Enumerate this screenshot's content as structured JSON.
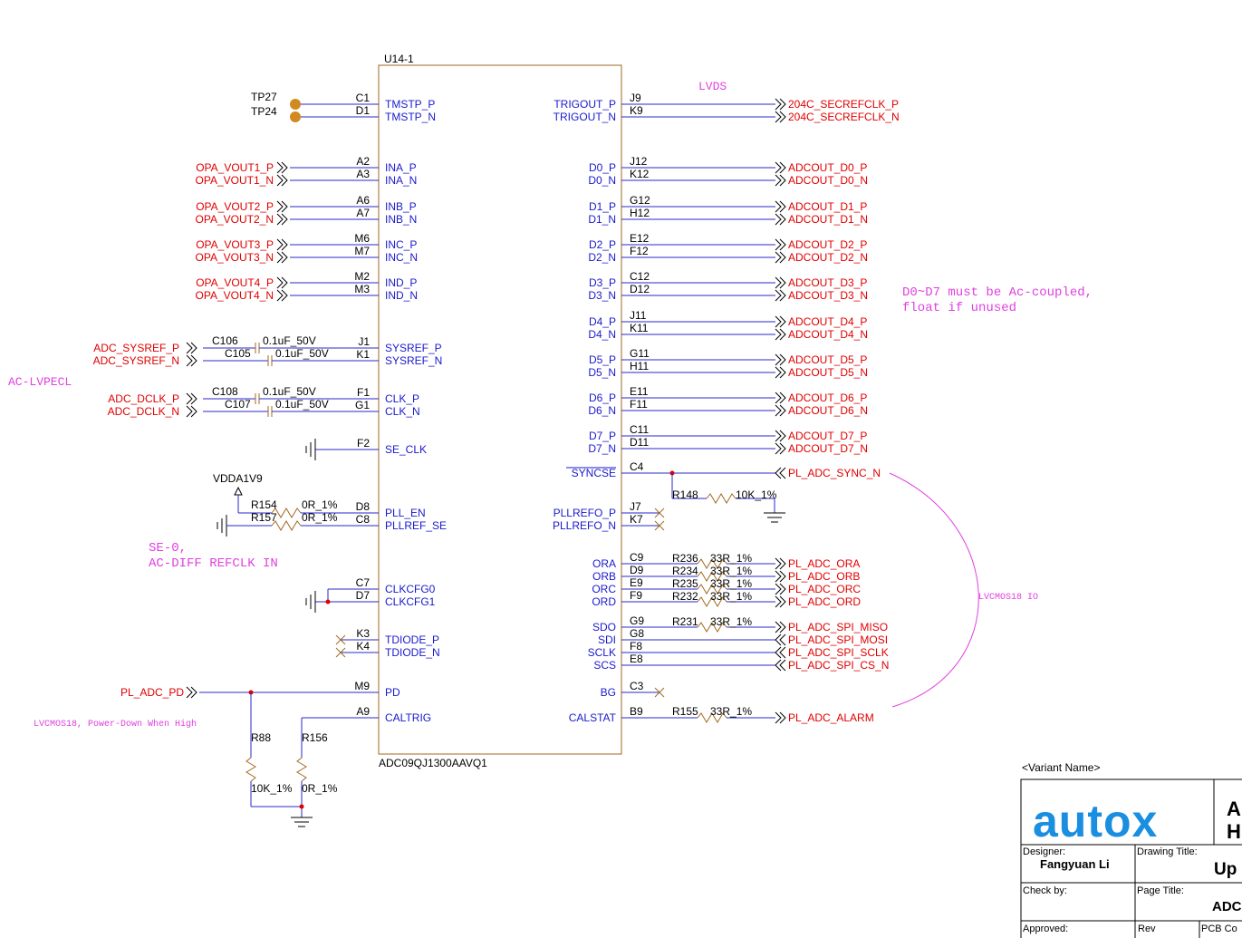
{
  "chip": {
    "refdes": "U14-1",
    "part": "ADC09QJ1300AAVQ1"
  },
  "left_pins": [
    {
      "pin": "C1",
      "name": "TMSTP_P",
      "net": ""
    },
    {
      "pin": "D1",
      "name": "TMSTP_N",
      "net": ""
    },
    {
      "pin": "A2",
      "name": "INA_P",
      "net": "OPA_VOUT1_P"
    },
    {
      "pin": "A3",
      "name": "INA_N",
      "net": "OPA_VOUT1_N"
    },
    {
      "pin": "A6",
      "name": "INB_P",
      "net": "OPA_VOUT2_P"
    },
    {
      "pin": "A7",
      "name": "INB_N",
      "net": "OPA_VOUT2_N"
    },
    {
      "pin": "M6",
      "name": "INC_P",
      "net": "OPA_VOUT3_P"
    },
    {
      "pin": "M7",
      "name": "INC_N",
      "net": "OPA_VOUT3_N"
    },
    {
      "pin": "M2",
      "name": "IND_P",
      "net": "OPA_VOUT4_P"
    },
    {
      "pin": "M3",
      "name": "IND_N",
      "net": "OPA_VOUT4_N"
    },
    {
      "pin": "J1",
      "name": "SYSREF_P",
      "net": "ADC_SYSREF_P"
    },
    {
      "pin": "K1",
      "name": "SYSREF_N",
      "net": "ADC_SYSREF_N"
    },
    {
      "pin": "F1",
      "name": "CLK_P",
      "net": "ADC_DCLK_P"
    },
    {
      "pin": "G1",
      "name": "CLK_N",
      "net": "ADC_DCLK_N"
    },
    {
      "pin": "F2",
      "name": "SE_CLK",
      "net": ""
    },
    {
      "pin": "D8",
      "name": "PLL_EN",
      "net": ""
    },
    {
      "pin": "C8",
      "name": "PLLREF_SE",
      "net": ""
    },
    {
      "pin": "C7",
      "name": "CLKCFG0",
      "net": ""
    },
    {
      "pin": "D7",
      "name": "CLKCFG1",
      "net": ""
    },
    {
      "pin": "K3",
      "name": "TDIODE_P",
      "net": ""
    },
    {
      "pin": "K4",
      "name": "TDIODE_N",
      "net": ""
    },
    {
      "pin": "M9",
      "name": "PD",
      "net": "PL_ADC_PD"
    },
    {
      "pin": "A9",
      "name": "CALTRIG",
      "net": ""
    }
  ],
  "right_pins": [
    {
      "pin": "J9",
      "name": "TRIGOUT_P",
      "net": "204C_SECREFCLK_P"
    },
    {
      "pin": "K9",
      "name": "TRIGOUT_N",
      "net": "204C_SECREFCLK_N"
    },
    {
      "pin": "J12",
      "name": "D0_P",
      "net": "ADCOUT_D0_P"
    },
    {
      "pin": "K12",
      "name": "D0_N",
      "net": "ADCOUT_D0_N"
    },
    {
      "pin": "G12",
      "name": "D1_P",
      "net": "ADCOUT_D1_P"
    },
    {
      "pin": "H12",
      "name": "D1_N",
      "net": "ADCOUT_D1_N"
    },
    {
      "pin": "E12",
      "name": "D2_P",
      "net": "ADCOUT_D2_P"
    },
    {
      "pin": "F12",
      "name": "D2_N",
      "net": "ADCOUT_D2_N"
    },
    {
      "pin": "C12",
      "name": "D3_P",
      "net": "ADCOUT_D3_P"
    },
    {
      "pin": "D12",
      "name": "D3_N",
      "net": "ADCOUT_D3_N"
    },
    {
      "pin": "J11",
      "name": "D4_P",
      "net": "ADCOUT_D4_P"
    },
    {
      "pin": "K11",
      "name": "D4_N",
      "net": "ADCOUT_D4_N"
    },
    {
      "pin": "G11",
      "name": "D5_P",
      "net": "ADCOUT_D5_P"
    },
    {
      "pin": "H11",
      "name": "D5_N",
      "net": "ADCOUT_D5_N"
    },
    {
      "pin": "E11",
      "name": "D6_P",
      "net": "ADCOUT_D6_P"
    },
    {
      "pin": "F11",
      "name": "D6_N",
      "net": "ADCOUT_D6_N"
    },
    {
      "pin": "C11",
      "name": "D7_P",
      "net": "ADCOUT_D7_P"
    },
    {
      "pin": "D11",
      "name": "D7_N",
      "net": "ADCOUT_D7_N"
    },
    {
      "pin": "C4",
      "name": "SYNCSE",
      "net": "PL_ADC_SYNC_N"
    },
    {
      "pin": "J7",
      "name": "PLLREFO_P",
      "net": ""
    },
    {
      "pin": "K7",
      "name": "PLLREFO_N",
      "net": ""
    },
    {
      "pin": "C9",
      "name": "ORA",
      "net": "PL_ADC_ORA"
    },
    {
      "pin": "D9",
      "name": "ORB",
      "net": "PL_ADC_ORB"
    },
    {
      "pin": "E9",
      "name": "ORC",
      "net": "PL_ADC_ORC"
    },
    {
      "pin": "F9",
      "name": "ORD",
      "net": "PL_ADC_ORD"
    },
    {
      "pin": "G9",
      "name": "SDO",
      "net": "PL_ADC_SPI_MISO"
    },
    {
      "pin": "G8",
      "name": "SDI",
      "net": "PL_ADC_SPI_MOSI"
    },
    {
      "pin": "F8",
      "name": "SCLK",
      "net": "PL_ADC_SPI_SCLK"
    },
    {
      "pin": "E8",
      "name": "SCS",
      "net": "PL_ADC_SPI_CS_N"
    },
    {
      "pin": "C3",
      "name": "BG",
      "net": ""
    },
    {
      "pin": "B9",
      "name": "CALSTAT",
      "net": "PL_ADC_ALARM"
    }
  ],
  "components": {
    "tp27": "TP27",
    "tp24": "TP24",
    "c106": "C106",
    "c106_val": "0.1uF_50V",
    "c105": "C105",
    "c105_val": "0.1uF_50V",
    "c108": "C108",
    "c108_val": "0.1uF_50V",
    "c107": "C107",
    "c107_val": "0.1uF_50V",
    "r154": "R154",
    "r154_val": "0R_1%",
    "r157": "R157",
    "r157_val": "0R_1%",
    "vdda": "VDDA1V9",
    "r148": "R148",
    "r148_val": "10K_1%",
    "r236": "R236",
    "r236_val": "33R_1%",
    "r234": "R234",
    "r234_val": "33R_1%",
    "r235": "R235",
    "r235_val": "33R_1%",
    "r232": "R232",
    "r232_val": "33R_1%",
    "r231": "R231",
    "r231_val": "33R_1%",
    "r155": "R155",
    "r155_val": "33R_1%",
    "r88": "R88",
    "r88_val": "10K_1%",
    "r156": "R156",
    "r156_val": "0R_1%"
  },
  "notes": {
    "lvds": "LVDS",
    "d_note_1": "D0~D7 must be Ac-coupled,",
    "d_note_2": "float if unused",
    "ac_lvpecl": "AC-LVPECL",
    "se_note_1": "SE-0,",
    "se_note_2": "AC-DIFF REFCLK IN",
    "lvcmos_io": "LVCMOS18 IO",
    "pd_note": "LVCMOS18, Power-Down When High"
  },
  "title_block": {
    "variant": "<Variant Name>",
    "logo_text": "autox",
    "company_1": "A",
    "company_2": "H",
    "designer_label": "Designer:",
    "designer": "Fangyuan Li",
    "drawing_title_label": "Drawing Title:",
    "drawing_title": "Up",
    "check_label": "Check by:",
    "page_title_label": "Page Title:",
    "page_title": "ADC",
    "approved_label": "Approved:",
    "rev_label": "Rev",
    "pcb_label": "PCB Co"
  },
  "colors": {
    "wire": "#2a2acc",
    "net_label": "#e00000",
    "pin_name": "#1a1acc",
    "note": "#e040e0",
    "component": "#a06a20",
    "junction": "#e00000",
    "logo": "#1a8ee0"
  }
}
